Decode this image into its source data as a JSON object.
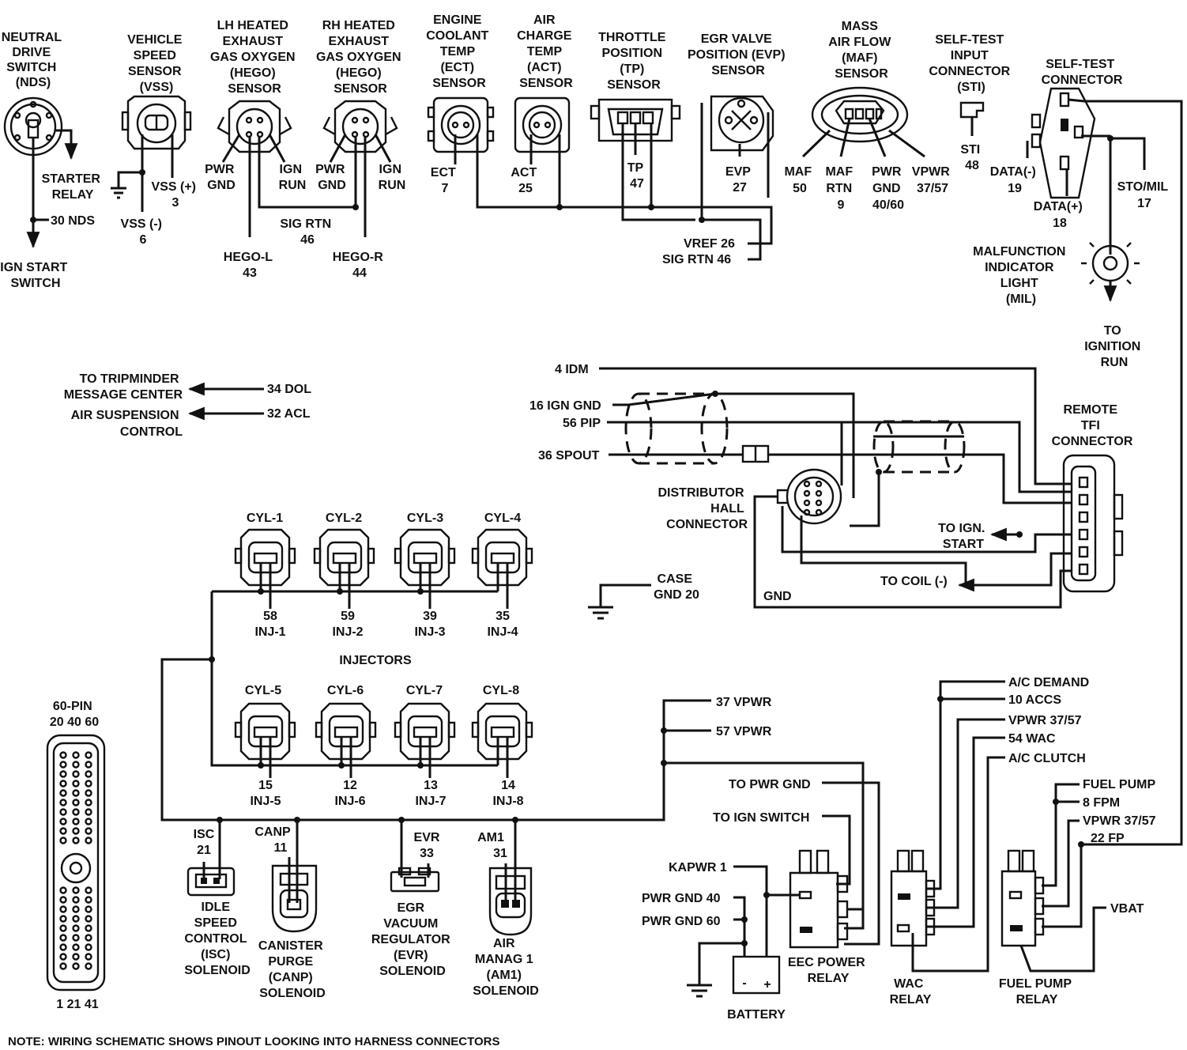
{
  "labels": {
    "nds_title": [
      "NEUTRAL",
      "DRIVE",
      "SWITCH",
      "(NDS)"
    ],
    "starter_relay": [
      "STARTER",
      "RELAY"
    ],
    "nds_pin": "30 NDS",
    "ign_start_switch": [
      "IGN START",
      "SWITCH"
    ],
    "vss_title": [
      "VEHICLE",
      "SPEED",
      "SENSOR",
      "(VSS)"
    ],
    "vss_plus": [
      "VSS (+)",
      "3"
    ],
    "vss_minus": [
      "VSS (-)",
      "6"
    ],
    "lh_hego_title": [
      "LH HEATED",
      "EXHAUST",
      "GAS OXYGEN",
      "(HEGO)",
      "SENSOR"
    ],
    "rh_hego_title": [
      "RH HEATED",
      "EXHAUST",
      "GAS OXYGEN",
      "(HEGO)",
      "SENSOR"
    ],
    "pwr_gnd_l": [
      "PWR",
      "GND"
    ],
    "ign_run_l": [
      "IGN",
      "RUN"
    ],
    "pwr_gnd_r": [
      "PWR",
      "GND"
    ],
    "ign_run_r": [
      "IGN",
      "RUN"
    ],
    "sig_rtn_46": [
      "SIG RTN",
      "46"
    ],
    "hego_l": [
      "HEGO-L",
      "43"
    ],
    "hego_r": [
      "HEGO-R",
      "44"
    ],
    "ect_title": [
      "ENGINE",
      "COOLANT",
      "TEMP",
      "(ECT)",
      "SENSOR"
    ],
    "ect_pin": [
      "ECT",
      "7"
    ],
    "act_title": [
      "AIR",
      "CHARGE",
      "TEMP",
      "(ACT)",
      "SENSOR"
    ],
    "act_pin": [
      "ACT",
      "25"
    ],
    "tp_title": [
      "THROTTLE",
      "POSITION",
      "(TP)",
      "SENSOR"
    ],
    "tp_pin": [
      "TP",
      "47"
    ],
    "evp_title": [
      "EGR VALVE",
      "POSITION (EVP)",
      "SENSOR"
    ],
    "evp_pin": [
      "EVP",
      "27"
    ],
    "vref": "VREF 26",
    "sig_rtn_bottom": "SIG RTN 46",
    "maf_title": [
      "MASS",
      "AIR FLOW",
      "(MAF)",
      "SENSOR"
    ],
    "maf_pin": [
      "MAF",
      "50"
    ],
    "maf_rtn": [
      "MAF",
      "RTN",
      "9"
    ],
    "maf_pwr_gnd": [
      "PWR",
      "GND",
      "40/60"
    ],
    "maf_vpwr": [
      "VPWR",
      "37/57"
    ],
    "sti_title": [
      "SELF-TEST",
      "INPUT",
      "CONNECTOR",
      "(STI)"
    ],
    "sti_pin": [
      "STI",
      "48"
    ],
    "stc_title": [
      "SELF-TEST",
      "CONNECTOR"
    ],
    "data_minus": [
      "DATA(-)",
      "19"
    ],
    "data_plus": [
      "DATA(+)",
      "18"
    ],
    "sto_mil": [
      "STO/MIL",
      "17"
    ],
    "mil_title": [
      "MALFUNCTION",
      "INDICATOR",
      "LIGHT",
      "(MIL)"
    ],
    "to_ign_run": [
      "TO",
      "IGNITION",
      "RUN"
    ],
    "tripminder": [
      "TO TRIPMINDER",
      "MESSAGE CENTER"
    ],
    "dol": "34 DOL",
    "air_susp": [
      "AIR SUSPENSION",
      "CONTROL"
    ],
    "acl": "32 ACL",
    "idm": "4 IDM",
    "ign_gnd": "16 IGN GND",
    "pip": "56 PIP",
    "spout": "36 SPOUT",
    "remote_tfi": [
      "REMOTE",
      "TFI",
      "CONNECTOR"
    ],
    "dist_hall": [
      "DISTRIBUTOR",
      "HALL",
      "CONNECTOR"
    ],
    "to_ign_start": [
      "TO IGN.",
      "START"
    ],
    "to_coil": "TO COIL (-)",
    "gnd": "GND",
    "case_gnd": [
      "CASE",
      "GND 20"
    ],
    "cyl_top": [
      "CYL-1",
      "CYL-2",
      "CYL-3",
      "CYL-4"
    ],
    "inj_top": [
      [
        "58",
        "INJ-1"
      ],
      [
        "59",
        "INJ-2"
      ],
      [
        "39",
        "INJ-3"
      ],
      [
        "35",
        "INJ-4"
      ]
    ],
    "injectors": "INJECTORS",
    "cyl_bottom": [
      "CYL-5",
      "CYL-6",
      "CYL-7",
      "CYL-8"
    ],
    "inj_bottom": [
      [
        "15",
        "INJ-5"
      ],
      [
        "12",
        "INJ-6"
      ],
      [
        "13",
        "INJ-7"
      ],
      [
        "14",
        "INJ-8"
      ]
    ],
    "vpwr37": "37 VPWR",
    "vpwr57": "57 VPWR",
    "pin60_title": [
      "60-PIN",
      "20  40  60"
    ],
    "pin60_bottom": "1   21  41",
    "isc_pin": [
      "ISC",
      "21"
    ],
    "isc_title": [
      "IDLE",
      "SPEED",
      "CONTROL",
      "(ISC)",
      "SOLENOID"
    ],
    "canp_pin": [
      "CANP",
      "11"
    ],
    "canp_title": [
      "CANISTER",
      "PURGE",
      "(CANP)",
      "SOLENOID"
    ],
    "evr_pin": [
      "EVR",
      "33"
    ],
    "evr_title": [
      "EGR",
      "VACUUM",
      "REGULATOR",
      "(EVR)",
      "SOLENOID"
    ],
    "am1_pin": [
      "AM1",
      "31"
    ],
    "am1_title": [
      "AIR",
      "MANAG 1",
      "(AM1)",
      "SOLENOID"
    ],
    "to_pwr_gnd": "TO PWR GND",
    "to_ign_switch": "TO IGN SWITCH",
    "kapwr": "KAPWR 1",
    "pwr_gnd_40": "PWR GND 40",
    "pwr_gnd_60": "PWR GND 60",
    "battery": "BATTERY",
    "batt_minus": "-",
    "batt_plus": "+",
    "eec_relay": [
      "EEC POWER",
      "RELAY"
    ],
    "wac_relay": [
      "WAC",
      "RELAY"
    ],
    "fp_relay": [
      "FUEL PUMP",
      "RELAY"
    ],
    "ac_demand": "A/C DEMAND",
    "accs": "10 ACCS",
    "vpwr_3757_a": "VPWR 37/57",
    "wac54": "54 WAC",
    "ac_clutch": "A/C CLUTCH",
    "fuel_pump": "FUEL PUMP",
    "fpm": "8 FPM",
    "vpwr_3757_b": "VPWR 37/57",
    "fp22": "22 FP",
    "vbat": "VBAT",
    "note": "NOTE: WIRING SCHEMATIC SHOWS PINOUT LOOKING INTO HARNESS CONNECTORS"
  }
}
